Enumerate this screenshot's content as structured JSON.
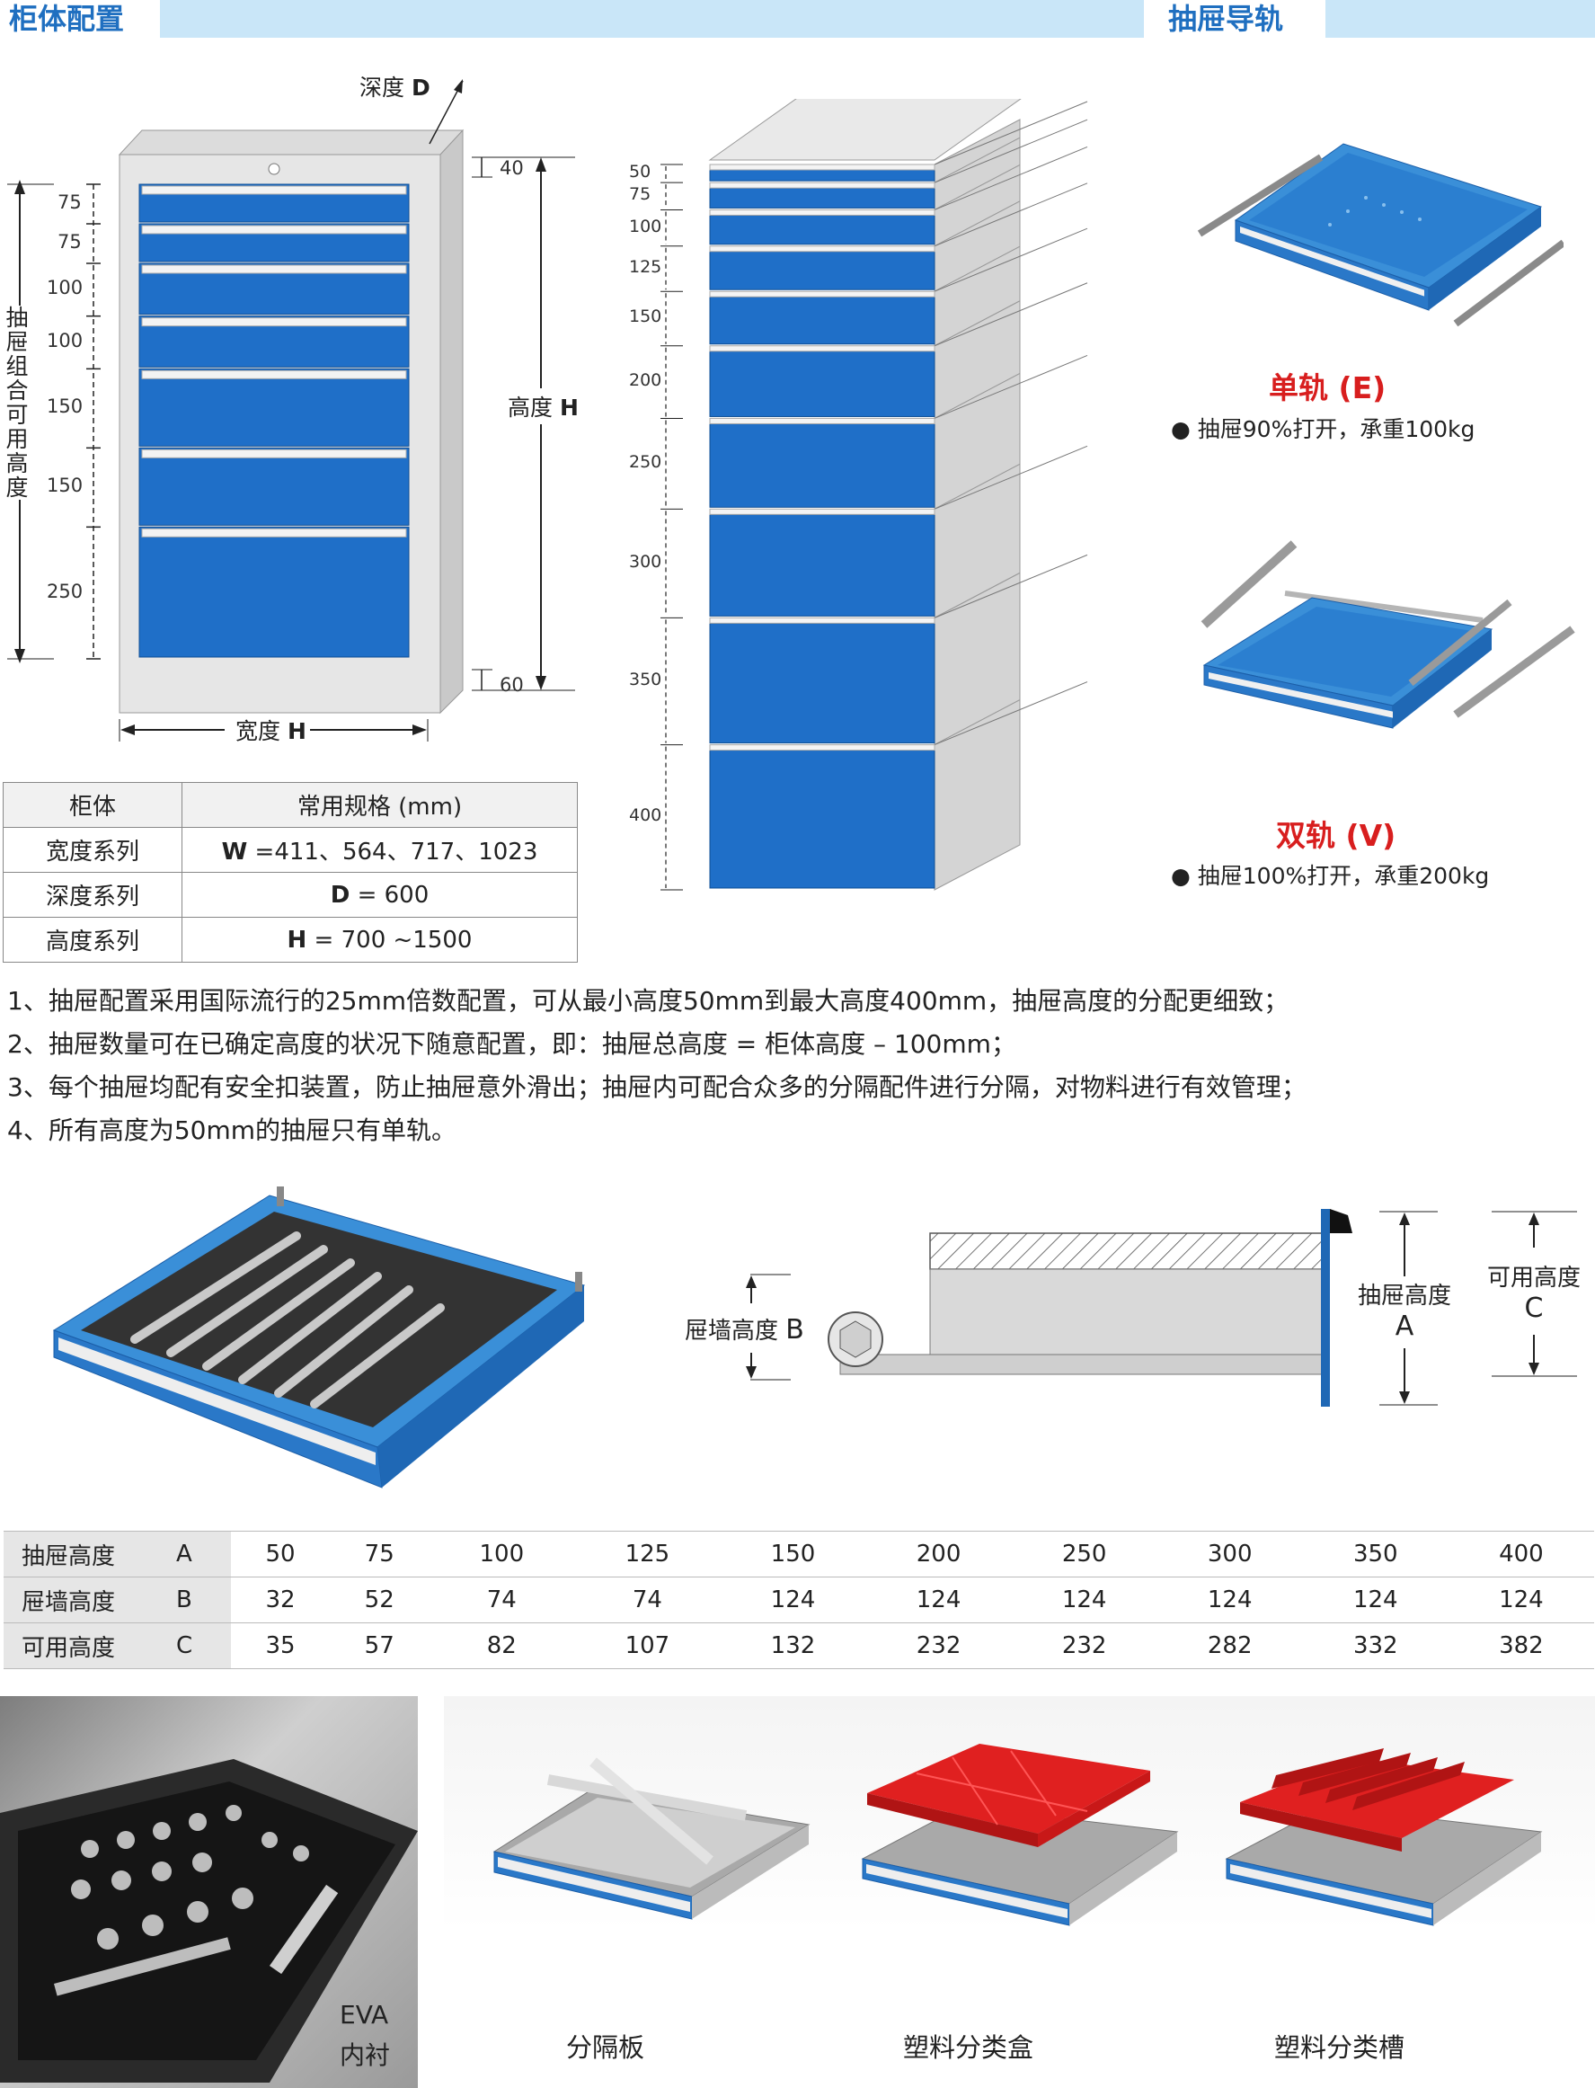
{
  "header": {
    "left_title": "柜体配置",
    "right_title": "抽屉导轨"
  },
  "cabinet": {
    "depth_label": "深度",
    "depth_letter": "D",
    "height_label": "高度",
    "height_letter": "H",
    "width_label": "宽度",
    "width_letter": "H",
    "top_gap": "40",
    "bottom_gap": "60",
    "vertical_label": "抽屉组合可用高度",
    "drawer_heights": [
      "75",
      "75",
      "100",
      "100",
      "150",
      "150",
      "250"
    ]
  },
  "stack": {
    "heights": [
      "50",
      "75",
      "100",
      "125",
      "150",
      "200",
      "250",
      "300",
      "350",
      "400"
    ]
  },
  "spec_table": {
    "header": [
      "柜体",
      "常用规格 (mm)"
    ],
    "rows": [
      {
        "name": "宽度系列",
        "letter": "W",
        "value": " =411、564、717、1023"
      },
      {
        "name": "深度系列",
        "letter": "D",
        "value": " = 600"
      },
      {
        "name": "高度系列",
        "letter": "H",
        "value": " = 700 ~1500"
      }
    ]
  },
  "notes": [
    "1、抽屉配置采用国际流行的25mm倍数配置，可从最小高度50mm到最大高度400mm，抽屉高度的分配更细致；",
    "2、抽屉数量可在已确定高度的状况下随意配置，即：抽屉总高度 = 柜体高度 – 100mm；",
    "3、每个抽屉均配有安全扣装置，防止抽屉意外滑出；抽屉内可配合众多的分隔配件进行分隔，对物料进行有效管理；",
    "4、所有高度为50mm的抽屉只有单轨。"
  ],
  "rails": {
    "single_title": "单轨 (E)",
    "single_desc": "● 抽屉90%打开，承重100kg",
    "double_title": "双轨 (V)",
    "double_desc": "● 抽屉100%打开，承重200kg"
  },
  "cross_section": {
    "wall_label": "屉墙高度",
    "wall_letter": "B",
    "drawer_label": "抽屉高度",
    "drawer_letter": "A",
    "usable_label": "可用高度",
    "usable_letter": "C"
  },
  "height_table": {
    "rows": [
      {
        "label": "抽屉高度",
        "code": "A",
        "values": [
          "50",
          "75",
          "100",
          "125",
          "150",
          "200",
          "250",
          "300",
          "350",
          "400"
        ]
      },
      {
        "label": "屉墙高度",
        "code": "B",
        "values": [
          "32",
          "52",
          "74",
          "74",
          "124",
          "124",
          "124",
          "124",
          "124",
          "124"
        ]
      },
      {
        "label": "可用高度",
        "code": "C",
        "values": [
          "35",
          "57",
          "82",
          "107",
          "132",
          "232",
          "232",
          "282",
          "332",
          "382"
        ]
      }
    ]
  },
  "accessories": {
    "eva_line1": "EVA",
    "eva_line2": "内衬",
    "divider": "分隔板",
    "plastic_box": "塑料分类盒",
    "plastic_slot": "塑料分类槽"
  }
}
